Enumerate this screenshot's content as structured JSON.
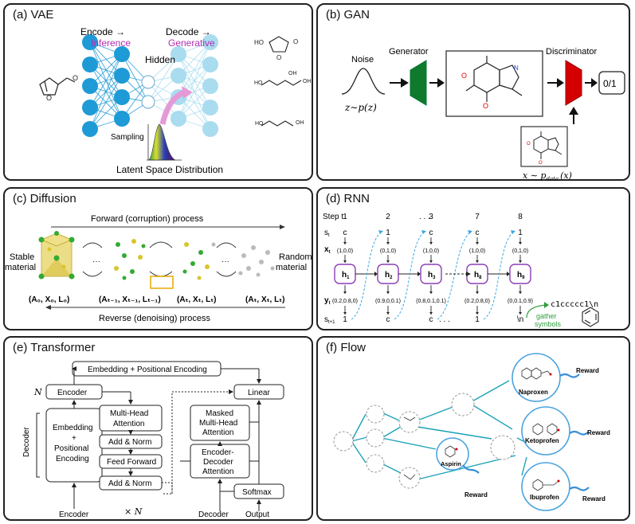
{
  "vae": {
    "title": "(a) VAE",
    "encode": "Encode →",
    "inference": "Inference",
    "decode": "Decode →",
    "generative": "Generative",
    "hidden": "Hidden",
    "sampling": "Sampling",
    "latent": "Latent Space Distribution",
    "colors": {
      "encoder": "#1e9ad6",
      "decoder": "#a9dcef",
      "label": "#b12db1"
    }
  },
  "gan": {
    "title": "(b) GAN",
    "noise": "Noise",
    "generator": "Generator",
    "discriminator": "Discriminator",
    "output": "0/1",
    "noise_formula": "z∼p(z)",
    "data_formula": "x ∼ p",
    "data_sub": "data",
    "data_tail": "(x)",
    "colors": {
      "generator": "#0f7a2c",
      "discriminator": "#d40000"
    }
  },
  "diffusion": {
    "title": "(c) Diffusion",
    "forward": "Forward (corruption) process",
    "reverse": "Reverse (denoising) process",
    "stable_1": "Stable",
    "stable_2": "material",
    "random_1": "Random",
    "random_2": "material",
    "dots": "···",
    "labels": [
      "(A₀, X₀, L₀)",
      "(Aₜ₋₁, Xₜ₋₁, Lₜ₋₁)",
      "(Aₜ, Xₜ, Lₜ)",
      "(Aₜ, Xₜ, Lₜ)"
    ]
  },
  "rnn": {
    "title": "(d) RNN",
    "step_label": "Step t",
    "steps": [
      "1",
      "2",
      "3",
      "7",
      "8"
    ],
    "dots": ". . .",
    "row_s": "s",
    "row_s_sub": "t",
    "row_x": "x",
    "row_x_sub": "t",
    "row_y": "y",
    "row_y_sub": "t",
    "row_s1": "s",
    "row_s1_sub": "t+1",
    "inputs": [
      "c",
      "1",
      "c",
      "c",
      "1"
    ],
    "x_vecs": [
      "(1,0,0)",
      "(0,1,0)",
      "(1,0,0)",
      "(1,0,0)",
      "(0,1,0)"
    ],
    "hidden": [
      "h",
      "h",
      "h",
      "h",
      "h"
    ],
    "hidden_sub": [
      "1",
      "2",
      "3",
      "8",
      "9"
    ],
    "y_vecs": [
      "(0.2,0.8,0)",
      "(0.9,0,0.1)",
      "(0.8,0.1,0.1)",
      "(0.2,0.8,0)",
      "(0,0.1,0.9)"
    ],
    "outputs": [
      "1",
      "c",
      "c",
      "1",
      "\\n"
    ],
    "smiles": "c1ccccc1\\n",
    "gather_1": "gather",
    "gather_2": "symbols",
    "colors": {
      "cell": "#8b3fb5",
      "dash": "#3aa7e0",
      "gather": "#2e9e3e"
    }
  },
  "transformer": {
    "title": "(e) Transformer",
    "embedding_top": "Embedding + Positional Encoding",
    "encoder": "Encoder",
    "N": "N",
    "decoder_side": "Decoder",
    "emb_left_1": "Embedding",
    "emb_left_2": "+",
    "emb_left_3": "Positional",
    "emb_left_4": "Encoding",
    "mha_1": "Multi-Head",
    "mha_2": "Attention",
    "addnorm1": "Add & Norm",
    "ff": "Feed Forward",
    "addnorm2": "Add & Norm",
    "linear": "Linear",
    "masked_1": "Masked",
    "masked_2": "Multi-Head",
    "masked_3": "Attention",
    "encdec_1": "Encoder-",
    "encdec_2": "Decoder",
    "encdec_3": "Attention",
    "softmax": "Softmax",
    "bottom_encoder": "Encoder",
    "times_n": "× N",
    "bottom_decoder": "Decoder",
    "bottom_output": "Output"
  },
  "flow": {
    "title": "(f) Flow",
    "naproxen": "Naproxen",
    "ketoprofen": "Ketoprofen",
    "ibuprofen": "Ibuprofen",
    "aspirin": "Aspirin",
    "reward": "Reward",
    "colors": {
      "edge": "#1aa3b8",
      "ring": "#4aa3e0",
      "wave": "#3a8fd6"
    }
  }
}
